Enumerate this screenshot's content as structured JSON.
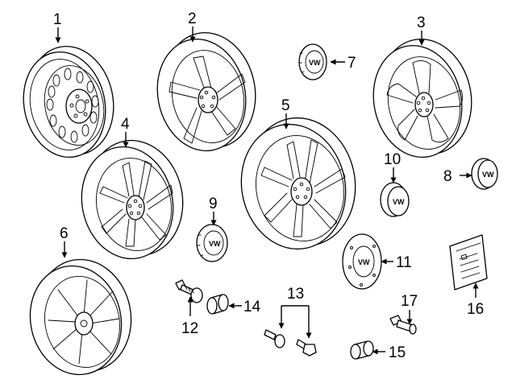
{
  "callouts": [
    "1",
    "2",
    "3",
    "4",
    "5",
    "6",
    "7",
    "8",
    "9",
    "10",
    "11",
    "12",
    "13",
    "14",
    "15",
    "16",
    "17"
  ],
  "logo_text": "VW"
}
